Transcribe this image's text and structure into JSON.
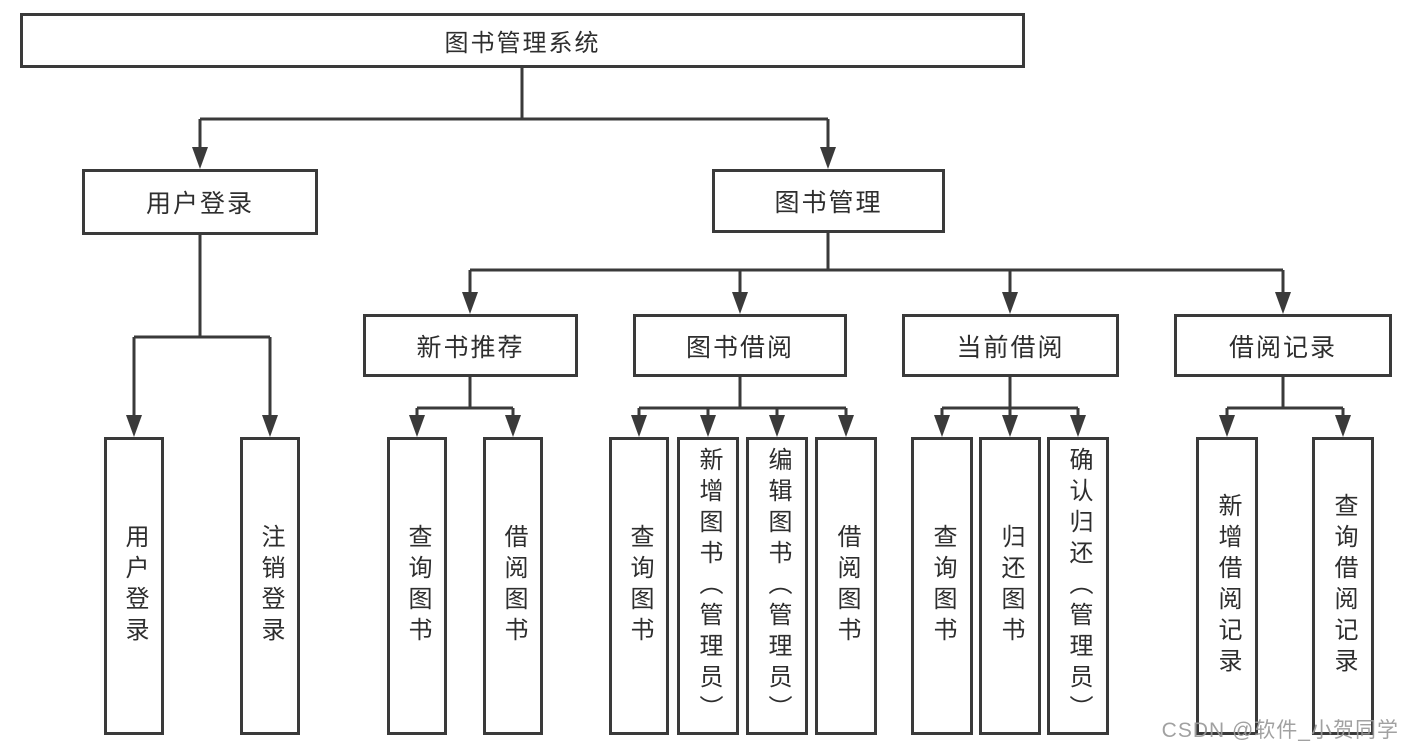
{
  "diagram": {
    "type": "hierarchy-tree",
    "title": "图书管理系统",
    "nodes": {
      "root": {
        "label": "图书管理系统"
      },
      "level2": [
        {
          "label": "用户登录"
        },
        {
          "label": "图书管理"
        }
      ],
      "level3": [
        {
          "label": "新书推荐",
          "parent": "图书管理"
        },
        {
          "label": "图书借阅",
          "parent": "图书管理"
        },
        {
          "label": "当前借阅",
          "parent": "图书管理"
        },
        {
          "label": "借阅记录",
          "parent": "图书管理"
        }
      ],
      "leaves": [
        {
          "label": "用户登录",
          "parent": "用户登录"
        },
        {
          "label": "注销登录",
          "parent": "用户登录"
        },
        {
          "label": "查询图书",
          "parent": "新书推荐"
        },
        {
          "label": "借阅图书",
          "parent": "新书推荐"
        },
        {
          "label": "查询图书",
          "parent": "图书借阅"
        },
        {
          "label": "新增图书（管理员）",
          "parent": "图书借阅"
        },
        {
          "label": "编辑图书（管理员）",
          "parent": "图书借阅"
        },
        {
          "label": "借阅图书",
          "parent": "图书借阅"
        },
        {
          "label": "查询图书",
          "parent": "当前借阅"
        },
        {
          "label": "归还图书",
          "parent": "当前借阅"
        },
        {
          "label": "确认归还（管理员）",
          "parent": "当前借阅"
        },
        {
          "label": "新增借阅记录",
          "parent": "借阅记录"
        },
        {
          "label": "查询借阅记录",
          "parent": "借阅记录"
        }
      ]
    },
    "colors": {
      "line": "#3a3a3a",
      "box_border": "#3a3a3a",
      "box_fill": "#ffffff",
      "text": "#2e2e2e",
      "watermark": "#9a9a9a"
    }
  },
  "watermark": "CSDN @软件_小贺同学"
}
